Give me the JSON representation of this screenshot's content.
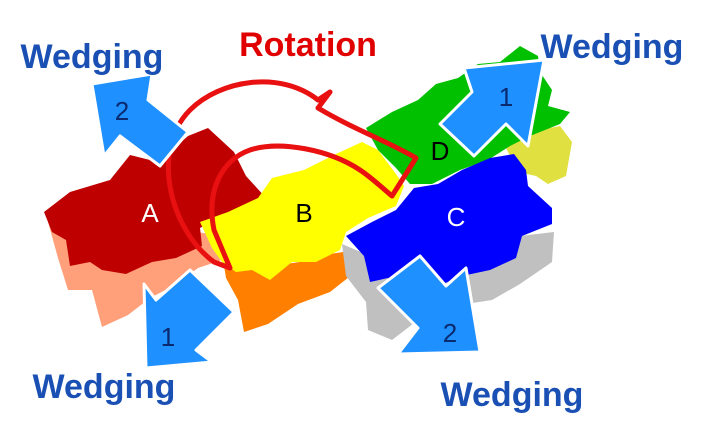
{
  "diagram": {
    "rotation_label": "Rotation",
    "wedging_labels": [
      "Wedging",
      "Wedging",
      "Wedging",
      "Wedging"
    ],
    "blocks": [
      {
        "label": "A",
        "top_color": "#bf0000",
        "side_color": "#ffa07a"
      },
      {
        "label": "B",
        "top_color": "#ffff00",
        "side_color": "#ff8000"
      },
      {
        "label": "C",
        "top_color": "#0000ff",
        "side_color": "#c0c0c0"
      },
      {
        "label": "D",
        "top_color": "#00c000",
        "side_color": "#e0e040"
      }
    ],
    "arrow_numbers": [
      "2",
      "1",
      "1",
      "2"
    ],
    "colors": {
      "wedging_text": "#1a50b4",
      "rotation_text": "#e00000",
      "arrow_fill": "#1e90ff",
      "arrow_stroke": "#ffffff",
      "rotation_path": "#e81010"
    }
  }
}
